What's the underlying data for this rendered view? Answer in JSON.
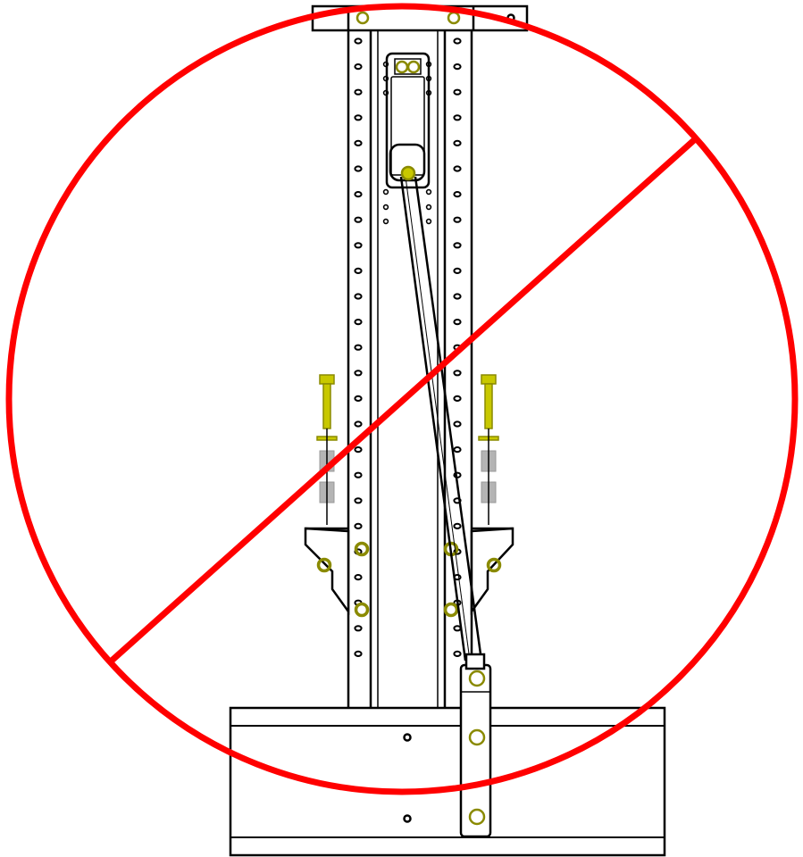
{
  "diagram": {
    "kind": "assembly-line-drawing",
    "prohibition_sign": true,
    "colors": {
      "prohibition": "#ff0000",
      "hardware": "#c8c800",
      "hardware_stroke": "#8a8a00",
      "spring": "#b4b4b4",
      "line": "#000000",
      "background": "#ffffff"
    },
    "upright": {
      "hole_rows_per_side": 25
    },
    "components": [
      "upright-frame",
      "top-plate",
      "trolley-block",
      "strut-arm",
      "bolt-left",
      "bolt-right",
      "spring-left",
      "spring-right",
      "bracket",
      "base-beam",
      "arm-foot-plate"
    ]
  }
}
